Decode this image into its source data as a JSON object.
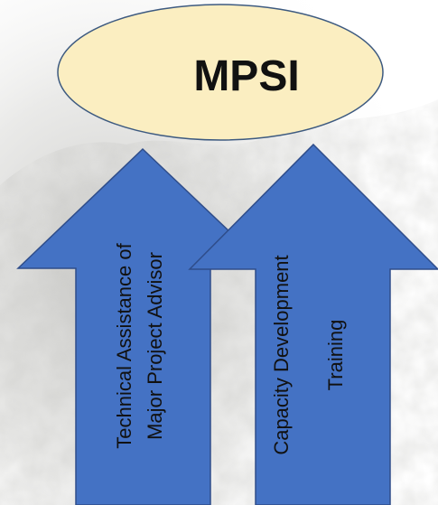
{
  "title": "MPSI",
  "arrows": [
    {
      "line1": "Technical Assistance of",
      "line2": "Major Project Advisor"
    },
    {
      "line1": "Capacity Development",
      "line2": "Training"
    }
  ],
  "colors": {
    "ellipse_fill": "#fbeec1",
    "ellipse_stroke": "#3d5a80",
    "arrow_fill": "#4472c4",
    "arrow_stroke": "#2f4d8a",
    "text": "#111111",
    "background_texture": "#c8c8c4"
  }
}
